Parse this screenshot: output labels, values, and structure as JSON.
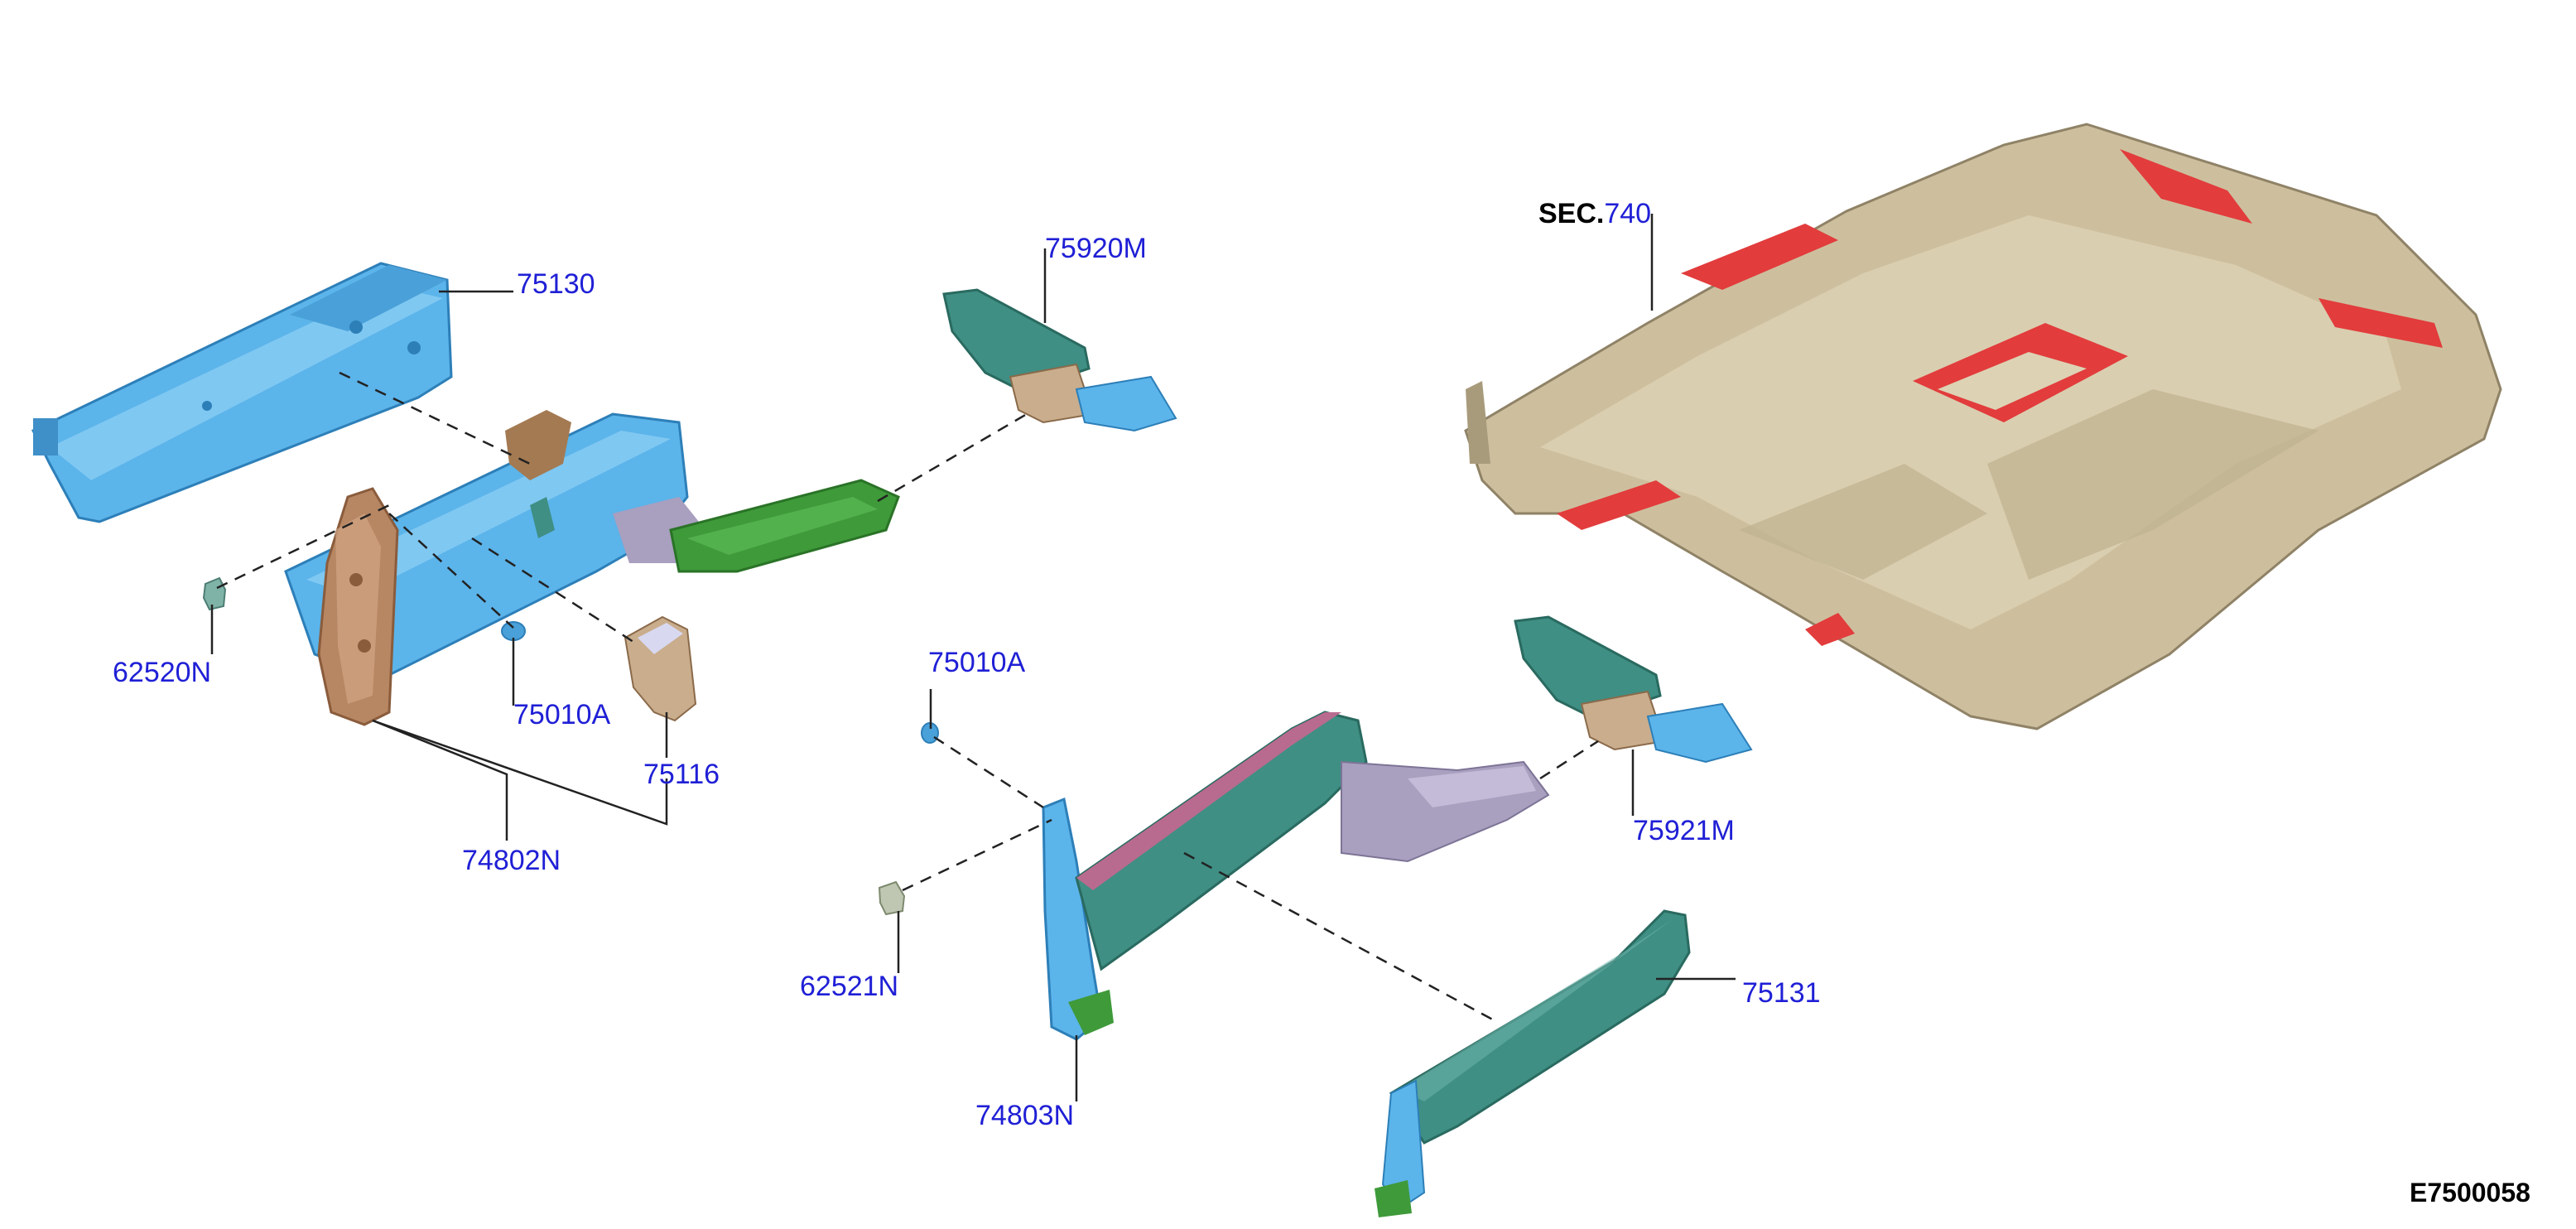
{
  "colors": {
    "label": "#1f1fd6",
    "leader": "#222222",
    "blue_part": "#5bb4ea",
    "teal_part": "#3f8f84",
    "green_part": "#3f9a3a",
    "brown_part": "#b78663",
    "purple_part": "#a99fbf",
    "pink_part": "#b86b8e",
    "floor_tan": "#cdbf9e",
    "floor_red": "#e23c3c"
  },
  "labels": {
    "p75130": "75130",
    "p75920M": "75920M",
    "p62520N": "62520N",
    "p75010A_left": "75010A",
    "p75116": "75116",
    "p74802N": "74802N",
    "p75010A_right": "75010A",
    "p75921M": "75921M",
    "p62521N": "62521N",
    "p75131": "75131",
    "p74803N": "74803N",
    "sec_prefix": "SEC.",
    "sec_number": "740"
  },
  "figure_id": "E7500058"
}
